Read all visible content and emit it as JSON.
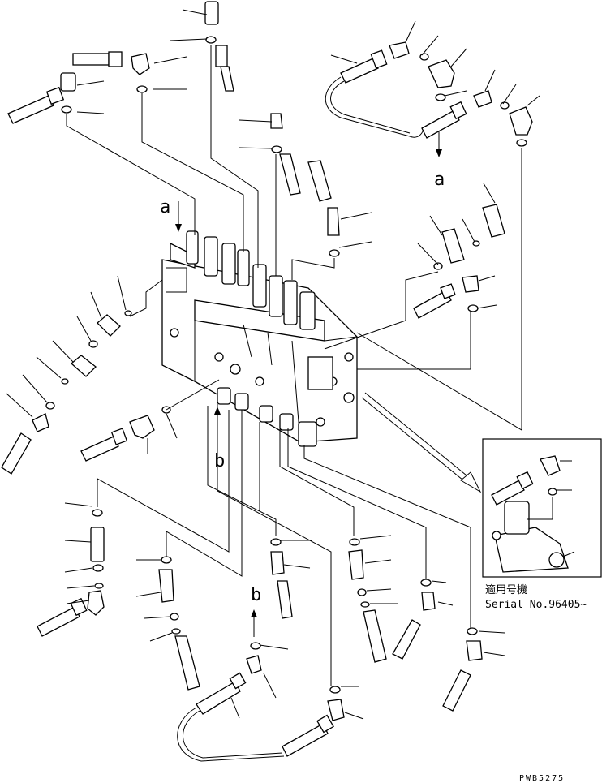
{
  "labels": {
    "view_a": "a",
    "view_b": "b"
  },
  "inset": {
    "applicable_title": "適用号機",
    "serial": "Serial No.96405~"
  },
  "drawing_code": "PWB5275"
}
